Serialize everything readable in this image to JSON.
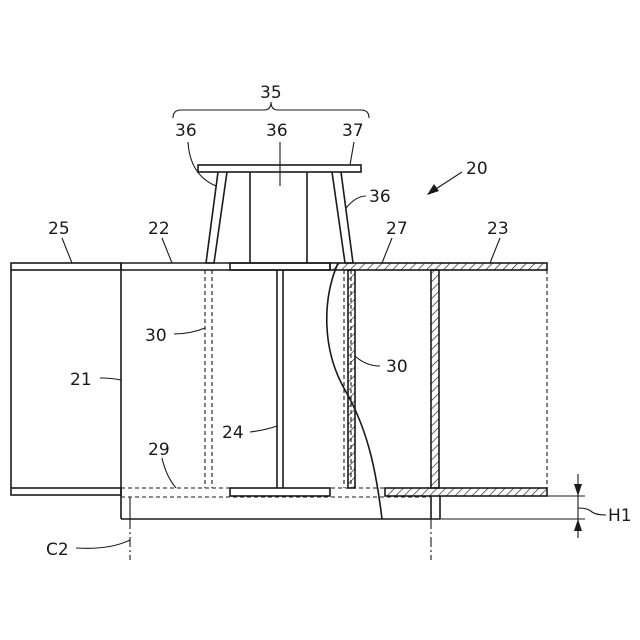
{
  "labels": {
    "l20": "20",
    "l21": "21",
    "l22": "22",
    "l23": "23",
    "l24": "24",
    "l25": "25",
    "l27": "27",
    "l29": "29",
    "l30a": "30",
    "l30b": "30",
    "l35": "35",
    "l36a": "36",
    "l36b": "36",
    "l36c": "36",
    "l37": "37",
    "lC2": "C2",
    "lH1": "H1"
  }
}
